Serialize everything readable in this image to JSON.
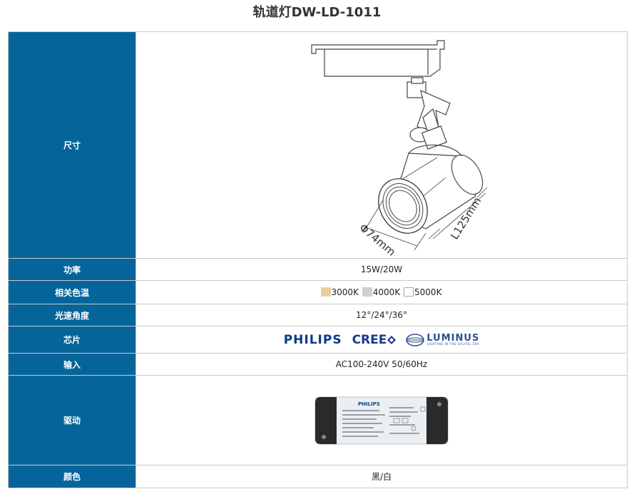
{
  "page": {
    "title": "轨道灯DW-LD-1011"
  },
  "rows": {
    "size": {
      "label": "尺寸",
      "dim_diameter": "Φ74mm",
      "dim_length": "L125mm"
    },
    "power": {
      "label": "功率",
      "value": "15W/20W"
    },
    "cct": {
      "label": "相关色温",
      "options": [
        {
          "value": "3000K",
          "color": "#e8cfa0"
        },
        {
          "value": "4000K",
          "color": "#d0d0d0"
        },
        {
          "value": "5000K",
          "color": "#ffffff"
        }
      ]
    },
    "beam": {
      "label": "光速角度",
      "value": "12°/24°/36°"
    },
    "chip": {
      "label": "芯片",
      "brands": [
        "PHILIPS",
        "CREE",
        "LUMINUS"
      ],
      "luminus_tagline": "LIGHTING IN THE DIGITAL ERA"
    },
    "input": {
      "label": "输入",
      "value": "AC100-240V 50/60Hz"
    },
    "driver": {
      "label": "驱动",
      "brand": "PHILIPS"
    },
    "color": {
      "label": "颜色",
      "value": "黑/白"
    }
  },
  "colors": {
    "label_bg": "#05659b",
    "philips_blue": "#0b3a8c",
    "cree_blue": "#1a3a8f",
    "luminus_blue": "#2e4f8f"
  }
}
